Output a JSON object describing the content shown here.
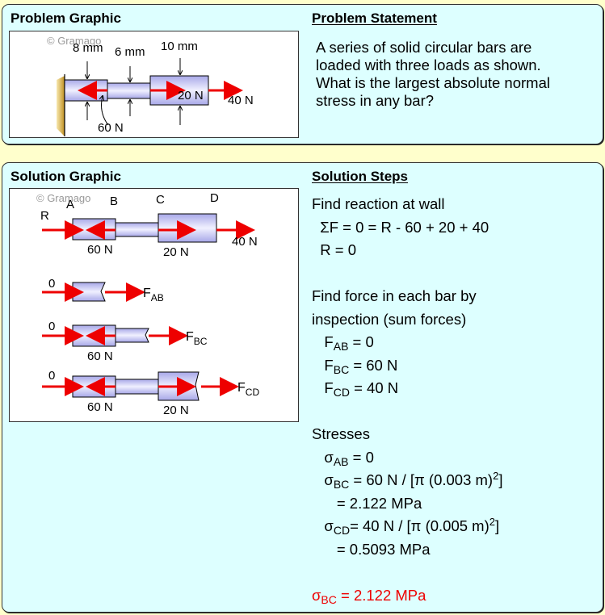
{
  "problem_graphic": {
    "title": "Problem Graphic",
    "watermark": "© Gramago",
    "dims": [
      "8 mm",
      "6 mm",
      "10 mm"
    ],
    "loads": [
      "60 N",
      "20 N",
      "40 N"
    ]
  },
  "problem_statement": {
    "title": "Problem Statement",
    "lines": [
      "A series of solid circular bars are",
      "loaded with three loads as shown.",
      "What is the largest absolute normal",
      "stress in any bar?"
    ]
  },
  "solution_graphic": {
    "title": "Solution Graphic",
    "watermark": "© Gramago",
    "points": [
      "A",
      "B",
      "C",
      "D"
    ],
    "reaction_label": "R",
    "loads": [
      "60 N",
      "20 N",
      "40 N"
    ],
    "fbd": {
      "zero": "0",
      "f_label": "F",
      "subs": [
        "AB",
        "BC",
        "CD"
      ],
      "load_60": "60 N",
      "load_20": "20 N"
    }
  },
  "solution_steps": {
    "title": "Solution Steps",
    "reaction_heading": "Find reaction at wall",
    "sum_eq": "  ΣF = 0 = R - 60 + 20 + 40",
    "r_eq": "  R = 0",
    "force_heading_1": "Find force in each bar by",
    "force_heading_2": "inspection (sum forces)",
    "forces": [
      {
        "sym": "F",
        "sub": "AB",
        "rest": " = 0"
      },
      {
        "sym": "F",
        "sub": "BC",
        "rest": " = 60 N"
      },
      {
        "sym": "F",
        "sub": "CD",
        "rest": " = 40 N"
      }
    ],
    "stress_heading": "Stresses",
    "sigma": "σ",
    "stress_ab": {
      "sub": "AB",
      "rest": " = 0"
    },
    "stress_bc": {
      "sub": "BC",
      "rest": " = 60 N / [π (0.003 m)",
      "sup": "2",
      "close": "]",
      "result": "      = 2.122 MPa"
    },
    "stress_cd": {
      "sub": "CD",
      "rest": "= 40 N / [π (0.005 m)",
      "sup": "2",
      "close": "]",
      "result": "      = 0.5093 MPa"
    },
    "answer": {
      "sub": "BC",
      "rest": " = 2.122 MPa"
    }
  }
}
